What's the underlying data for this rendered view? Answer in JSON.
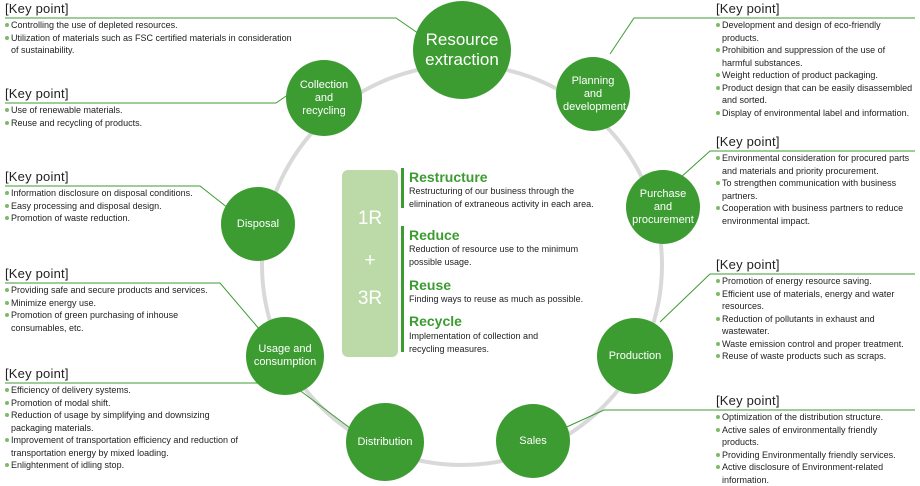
{
  "nodes": {
    "resource_extraction": "Resource extraction",
    "planning": "Planning and development",
    "purchase": "Purchase and procurement",
    "production": "Production",
    "sales": "Sales",
    "distribution": "Distribution",
    "usage": "Usage and consumption",
    "disposal": "Disposal",
    "collection": "Collection and recycling"
  },
  "center": {
    "top": "1R",
    "plus": "+",
    "bottom": "3R",
    "restructure_title": "Restructure",
    "restructure_desc": "Restructuring of our business through the elimination of extraneous activity in each area.",
    "reduce_title": "Reduce",
    "reduce_desc": "Reduction of resource use to the minimum possible usage.",
    "reuse_title": "Reuse",
    "reuse_desc": "Finding ways to reuse as much as possible.",
    "recycle_title": "Recycle",
    "recycle_desc": "Implementation of collection and recycling measures."
  },
  "key_heading": "[Key point]",
  "keypoints": {
    "resource": [
      "Controlling the use of depleted resources.",
      "Utilization of materials such as FSC certified materials in consideration of sustainability."
    ],
    "collection": [
      "Use of renewable materials.",
      "Reuse and recycling of products."
    ],
    "disposal": [
      "Information disclosure on disposal conditions.",
      "Easy processing and disposal design.",
      "Promotion of waste reduction."
    ],
    "usage": [
      "Providing safe and secure products and services.",
      "Minimize energy use.",
      "Promotion of green purchasing of inhouse consumables, etc."
    ],
    "distribution": [
      "Efficiency of delivery systems.",
      "Promotion of modal shift.",
      "Reduction of usage by simplifying and downsizing packaging materials.",
      "Improvement of transportation efficiency and reduction of transportation energy by mixed loading.",
      "Enlightenment of idling stop."
    ],
    "planning": [
      "Development and design of eco-friendly products.",
      "Prohibition and suppression of the use of harmful substances.",
      "Weight reduction of product packaging.",
      "Product design that can be easily disassembled and sorted.",
      "Display of environmental label and information."
    ],
    "purchase": [
      "Environmental consideration for procured parts and materials and priority procurement.",
      "To strengthen communication with business partners.",
      "Cooperation with business partners to reduce environmental impact."
    ],
    "production": [
      "Promotion of energy resource saving.",
      "Efficient use of materials, energy and water resources.",
      "Reduction of pollutants in exhaust and wastewater.",
      "Waste emission control and proper treatment.",
      "Reuse of waste products such as scraps."
    ],
    "sales": [
      "Optimization of the distribution structure.",
      "Active sales of environmentally friendly products.",
      "Providing Environmentally friendly services.",
      "Active disclosure of Environment-related information."
    ]
  },
  "colors": {
    "green": "#3c9c32",
    "light_green": "#bcd9a8",
    "ring": "#d9d9d9",
    "bullet": "#7dbb65"
  }
}
